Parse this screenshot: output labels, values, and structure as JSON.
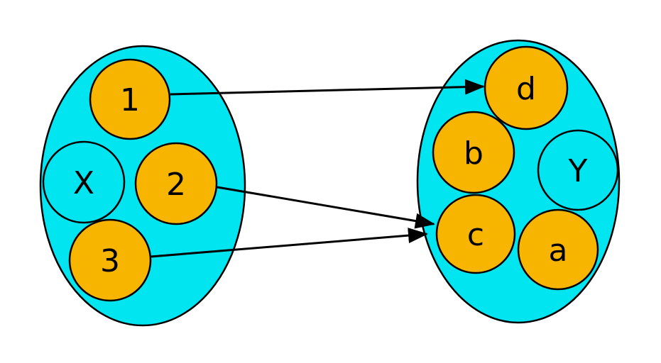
{
  "diagram": {
    "type": "set-mapping",
    "sets": [
      {
        "id": "X",
        "label": "X",
        "elements": [
          "1",
          "2",
          "3"
        ]
      },
      {
        "id": "Y",
        "label": "Y",
        "elements": [
          "d",
          "b",
          "c",
          "a"
        ]
      }
    ],
    "mappings": [
      {
        "from": "1",
        "to": "d"
      },
      {
        "from": "2",
        "to": "c"
      },
      {
        "from": "3",
        "to": "c"
      }
    ]
  },
  "labels": {
    "node_1": "1",
    "node_2": "2",
    "node_3": "3",
    "node_x": "X",
    "node_y": "Y",
    "node_a": "a",
    "node_b": "b",
    "node_c": "c",
    "node_d": "d"
  },
  "colors": {
    "set_fill": "#00E5F0",
    "element_fill": "#F7B500",
    "stroke": "#000000",
    "background": "#FFFFFF"
  }
}
